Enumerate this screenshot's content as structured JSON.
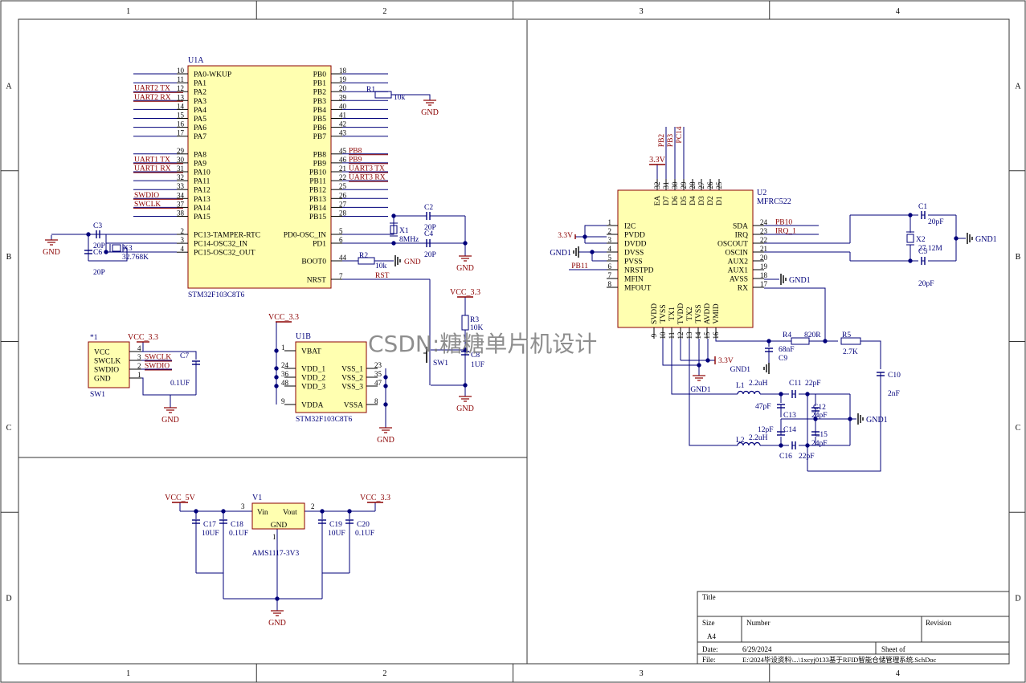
{
  "frame": {
    "columns": [
      "1",
      "2",
      "3",
      "4"
    ],
    "rows": [
      "A",
      "B",
      "C",
      "D"
    ]
  },
  "watermark": "CSDN:糖糖单片机设计",
  "u1a": {
    "designator": "U1A",
    "part": "STM32F103C8T6",
    "left_pins": [
      {
        "num": "10",
        "name": "PA0-WKUP",
        "net": ""
      },
      {
        "num": "11",
        "name": "PA1",
        "net": ""
      },
      {
        "num": "12",
        "name": "PA2",
        "net": "UART2 TX"
      },
      {
        "num": "13",
        "name": "PA3",
        "net": "UART2 RX"
      },
      {
        "num": "14",
        "name": "PA4",
        "net": ""
      },
      {
        "num": "15",
        "name": "PA5",
        "net": ""
      },
      {
        "num": "16",
        "name": "PA6",
        "net": ""
      },
      {
        "num": "17",
        "name": "PA7",
        "net": ""
      },
      {
        "num": "29",
        "name": "PA8",
        "net": ""
      },
      {
        "num": "30",
        "name": "PA9",
        "net": "UART1 TX"
      },
      {
        "num": "31",
        "name": "PA10",
        "net": "UART1 RX"
      },
      {
        "num": "32",
        "name": "PA11",
        "net": ""
      },
      {
        "num": "33",
        "name": "PA12",
        "net": ""
      },
      {
        "num": "34",
        "name": "PA13",
        "net": "SWDIO"
      },
      {
        "num": "37",
        "name": "PA14",
        "net": "SWCLK"
      },
      {
        "num": "38",
        "name": "PA15",
        "net": ""
      }
    ],
    "osc_pins": [
      {
        "num": "2",
        "name": "PC13-TAMPER-RTC"
      },
      {
        "num": "3",
        "name": "PC14-OSC32_IN"
      },
      {
        "num": "4",
        "name": "PC15-OSC32_OUT"
      }
    ],
    "right_pins": [
      {
        "num": "18",
        "name": "PB0",
        "net": ""
      },
      {
        "num": "19",
        "name": "PB1",
        "net": ""
      },
      {
        "num": "20",
        "name": "PB2",
        "net": ""
      },
      {
        "num": "39",
        "name": "PB3",
        "net": ""
      },
      {
        "num": "40",
        "name": "PB4",
        "net": ""
      },
      {
        "num": "41",
        "name": "PB5",
        "net": ""
      },
      {
        "num": "42",
        "name": "PB6",
        "net": ""
      },
      {
        "num": "43",
        "name": "PB7",
        "net": ""
      },
      {
        "num": "45",
        "name": "PB8",
        "net": "PB8"
      },
      {
        "num": "46",
        "name": "PB9",
        "net": "PB9"
      },
      {
        "num": "21",
        "name": "PB10",
        "net": "UART3 TX"
      },
      {
        "num": "22",
        "name": "PB11",
        "net": "UART3 RX"
      },
      {
        "num": "25",
        "name": "PB12",
        "net": ""
      },
      {
        "num": "26",
        "name": "PB13",
        "net": ""
      },
      {
        "num": "27",
        "name": "PB14",
        "net": ""
      },
      {
        "num": "28",
        "name": "PB15",
        "net": ""
      }
    ],
    "right_lower_pins": [
      {
        "num": "5",
        "name": "PD0-OSC_IN"
      },
      {
        "num": "6",
        "name": "PD1"
      },
      {
        "num": "44",
        "name": "BOOT0"
      },
      {
        "num": "7",
        "name": "NRST"
      }
    ]
  },
  "u1b": {
    "designator": "U1B",
    "part": "STM32F103C8T6",
    "vcc": "VCC_3.3",
    "left_pins": [
      {
        "num": "1",
        "name": "VBAT"
      },
      {
        "num": "24",
        "name": "VDD_1"
      },
      {
        "num": "36",
        "name": "VDD_2"
      },
      {
        "num": "48",
        "name": "VDD_3"
      },
      {
        "num": "9",
        "name": "VDDA"
      }
    ],
    "right_pins": [
      {
        "num": "23",
        "name": "VSS_1"
      },
      {
        "num": "35",
        "name": "VSS_2"
      },
      {
        "num": "47",
        "name": "VSS_3"
      },
      {
        "num": "8",
        "name": "VSSA"
      }
    ],
    "gnd": "GND"
  },
  "osc32": {
    "c3": "C3",
    "c3_val": "20P",
    "c6": "C6",
    "c6_val": "20P",
    "x3": "X3",
    "x3_val": "32.768K",
    "gnd": "GND"
  },
  "osc8": {
    "x1": "X1",
    "x1_val": "8MHz",
    "c2": "C2",
    "c2_val": "20P",
    "c4": "C4",
    "c4_val": "20P",
    "gnd": "GND"
  },
  "r1": {
    "ref": "R1",
    "val": "10k",
    "gnd": "GND"
  },
  "r2": {
    "ref": "R2",
    "val": "10k",
    "gnd": "GND"
  },
  "rst_net": "RST",
  "reset": {
    "vcc": "VCC_3.3",
    "r3": "R3",
    "r3_val": "10K",
    "c8": "C8",
    "c8_val": "1UF",
    "sw": "SW1",
    "gnd": "GND"
  },
  "swd": {
    "ref": "*1",
    "name": "SW1",
    "vcc": "VCC_3.3",
    "pins": [
      {
        "num": "4",
        "name": "VCC",
        "net": ""
      },
      {
        "num": "3",
        "name": "SWCLK",
        "net": "SWCLK"
      },
      {
        "num": "2",
        "name": "SWDIO",
        "net": "SWDIO"
      },
      {
        "num": "1",
        "name": "GND",
        "net": ""
      }
    ],
    "c7": "C7",
    "c7_val": "0.1UF",
    "gnd": "GND"
  },
  "power": {
    "vin_net": "VCC_5V",
    "vout_net": "VCC_3.3",
    "reg_ref": "V1",
    "reg_part": "AMS1117-3V3",
    "vin_pin": "Vin",
    "vin_num": "3",
    "vout_pin": "Vout",
    "vout_num": "2",
    "gnd_pin": "GND",
    "gnd_num": "1",
    "caps": [
      {
        "ref": "C17",
        "val": "10UF"
      },
      {
        "ref": "C18",
        "val": "0.1UF"
      },
      {
        "ref": "C19",
        "val": "10UF"
      },
      {
        "ref": "C20",
        "val": "0.1UF"
      }
    ],
    "gnd": "GND"
  },
  "u2": {
    "designator": "U2",
    "part": "MFRC522",
    "top_pins": [
      {
        "num": "32",
        "name": "EA"
      },
      {
        "num": "31",
        "name": "D7"
      },
      {
        "num": "30",
        "name": "D6"
      },
      {
        "num": "29",
        "name": "D5"
      },
      {
        "num": "28",
        "name": "D4"
      },
      {
        "num": "27",
        "name": "D3"
      },
      {
        "num": "26",
        "name": "D2"
      },
      {
        "num": "25",
        "name": "D1"
      }
    ],
    "top_nets": [
      "3.3V",
      "PB2",
      "PB3",
      "PC14"
    ],
    "left_pins": [
      {
        "num": "1",
        "name": "I2C"
      },
      {
        "num": "2",
        "name": "PVDD"
      },
      {
        "num": "3",
        "name": "DVDD"
      },
      {
        "num": "4",
        "name": "DVSS"
      },
      {
        "num": "5",
        "name": "PVSS"
      },
      {
        "num": "6",
        "name": "NRSTPD"
      },
      {
        "num": "7",
        "name": "MFIN"
      },
      {
        "num": "8",
        "name": "MFOUT"
      }
    ],
    "left_nets": {
      "v33": "3.3V",
      "gnd": "GND1",
      "pb11": "PB11"
    },
    "right_pins": [
      {
        "num": "24",
        "name": "SDA",
        "net": "PB10"
      },
      {
        "num": "23",
        "name": "IRQ",
        "net": "IRQ_1"
      },
      {
        "num": "22",
        "name": "OSCOUT",
        "net": ""
      },
      {
        "num": "21",
        "name": "OSCIN",
        "net": ""
      },
      {
        "num": "20",
        "name": "AUX2",
        "net": ""
      },
      {
        "num": "19",
        "name": "AUX1",
        "net": ""
      },
      {
        "num": "18",
        "name": "AVSS",
        "net": ""
      },
      {
        "num": "17",
        "name": "RX",
        "net": ""
      }
    ],
    "bottom_pins": [
      {
        "num": "9",
        "name": "SVDD"
      },
      {
        "num": "10",
        "name": "TVSS"
      },
      {
        "num": "11",
        "name": "TX1"
      },
      {
        "num": "12",
        "name": "TVDD"
      },
      {
        "num": "13",
        "name": "TX2"
      },
      {
        "num": "14",
        "name": "TVSS"
      },
      {
        "num": "15",
        "name": "AVDD"
      },
      {
        "num": "16",
        "name": "VMID"
      }
    ],
    "avss_gnd": "GND1",
    "bottom_gnd": "GND1",
    "bottom_v33": "3.3V"
  },
  "rf": {
    "x2": "X2",
    "x2_val": "27.12M",
    "c1": "C1",
    "c1_val": "20pF",
    "c5": "C5",
    "c5_val": "20pF",
    "osc_gnd": "GND1",
    "c9": "C9",
    "c9_val": "68nF",
    "c9_gnd": "GND1",
    "r4": "R4",
    "r4_val": "820R",
    "r5": "R5",
    "r5_val": "2.7K",
    "c10": "C10",
    "c10_val": "2nF",
    "l1": "L1",
    "l1_val": "2.2uH",
    "l2": "L2",
    "l2_val": "2.2uH",
    "c11": "C11",
    "c11_val": "22pF",
    "c12": "C12",
    "c12_val": "24pF",
    "c13": "C13",
    "c13_val": "47pF",
    "c14": "C14",
    "c14_val": "12pF",
    "c15": "C15",
    "c15_val": "24pF",
    "c16": "C16",
    "c16_val": "22pF",
    "gnd": "GND1"
  },
  "title_block": {
    "title_label": "Title",
    "size_label": "Size",
    "size_value": "A4",
    "number_label": "Number",
    "revision_label": "Revision",
    "date_label": "Date:",
    "date_value": "6/29/2024",
    "sheet_label": "Sheet   of",
    "file_label": "File:",
    "file_value": "E:\\2024毕设资料\\...\\1xcyj0133基于RFID智能仓储管理系统.SchDoc"
  }
}
